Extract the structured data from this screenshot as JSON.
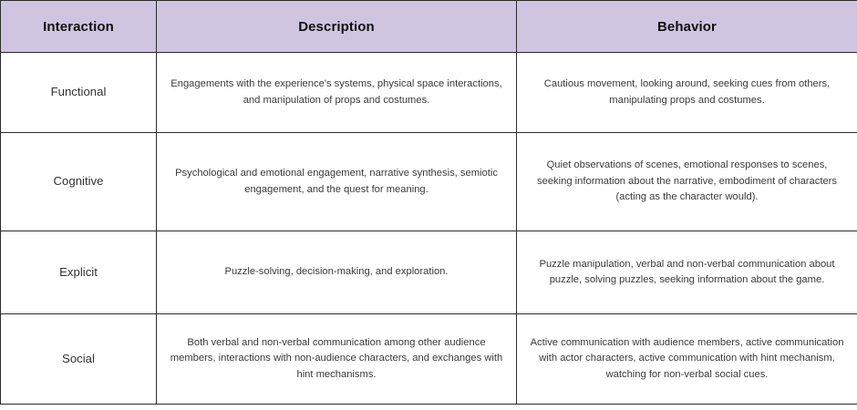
{
  "table": {
    "headers": [
      {
        "label": "Interaction",
        "key": "interaction"
      },
      {
        "label": "Description",
        "key": "description"
      },
      {
        "label": "Behavior",
        "key": "behavior"
      }
    ],
    "header_background": "#cfc5e1",
    "header_text_color": "#101010",
    "body_text_color": "#3a3a3a",
    "border_color": "#2b2b2b",
    "rows": [
      {
        "interaction": "Functional",
        "description": "Engagements with the experience's systems, physical space interactions, and manipulation of props and costumes.",
        "behavior": "Cautious movement, looking around, seeking cues from others, manipulating props and costumes."
      },
      {
        "interaction": "Cognitive",
        "description": "Psychological and emotional engagement, narrative synthesis, semiotic engagement, and the quest for meaning.",
        "behavior": "Quiet observations of scenes, emotional responses to scenes, seeking information about the narrative, embodiment of characters (acting as the character would)."
      },
      {
        "interaction": "Explicit",
        "description": "Puzzle-solving, decision-making, and exploration.",
        "behavior": "Puzzle manipulation, verbal and non-verbal communication about puzzle, solving puzzles, seeking information about the game."
      },
      {
        "interaction": "Social",
        "description": "Both verbal and non-verbal communication among other audience members, interactions with non-audience characters, and exchanges with hint mechanisms.",
        "behavior": "Active communication with audience members, active communication with actor characters, active communication with hint mechanism, watching for non-verbal social cues."
      }
    ]
  }
}
